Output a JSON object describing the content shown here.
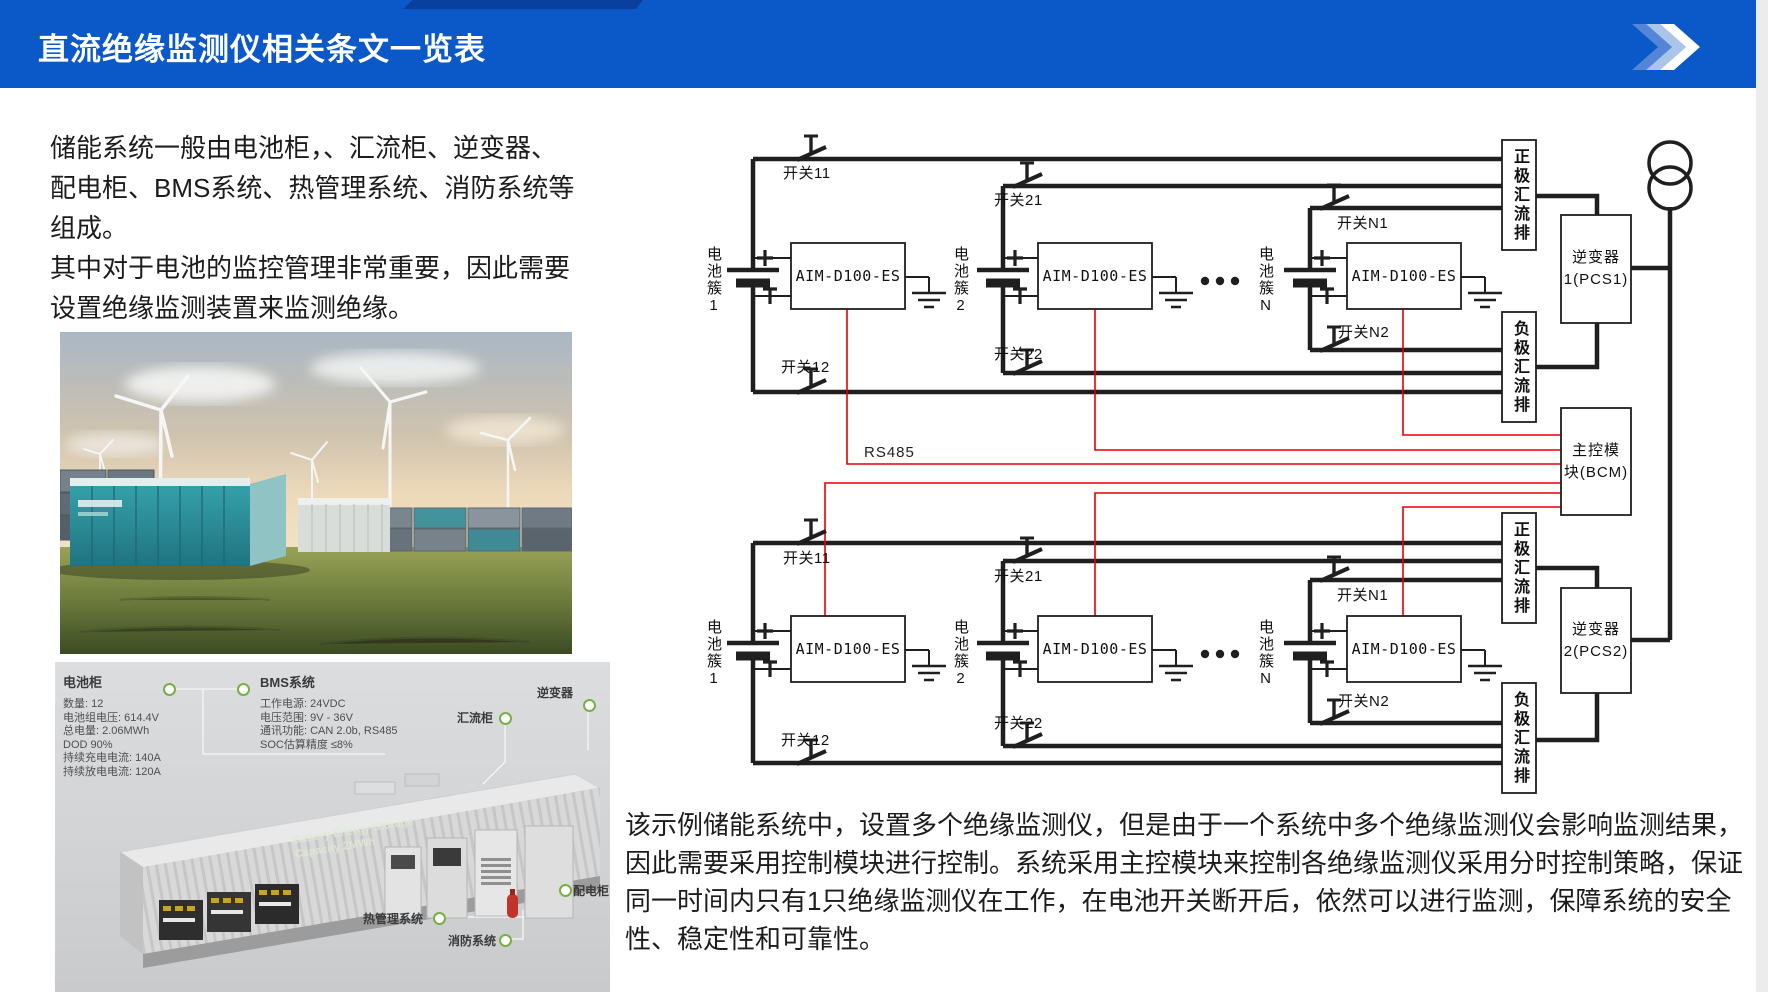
{
  "header": {
    "title": "直流绝缘监测仪相关条文一览表"
  },
  "left_panel": {
    "para1": "储能系统一般由电池柜，、汇流柜、逆变器、配电柜、BMS系统、热管理系统、消防系统等组成。",
    "para2": "其中对于电池的监控管理非常重要，因此需要设置绝缘监测装置来监测绝缘。"
  },
  "infographic": {
    "battery_cabinet_title": "电池柜",
    "battery_cabinet_specs": [
      "数量: 12",
      "电池组电压: 614.4V",
      "总电量: 2.06MWh",
      "DOD 90%",
      "持续充电电流: 140A",
      "持续放电电流: 120A"
    ],
    "bms_title": "BMS系统",
    "bms_specs": [
      "工作电源: 24VDC",
      "电压范围: 9V - 36V",
      "通讯功能: CAN 2.0b, RS485",
      "SOC估算精度 ≤8%"
    ],
    "label_busbar_cabinet": "汇流柜",
    "label_inverter": "逆变器",
    "label_power_distribution": "配电柜",
    "label_thermal": "热管理系统",
    "label_fire": "消防系统",
    "container_text1": "Battery Energy Storage",
    "container_text2": "Capacity 2MWh"
  },
  "circuit": {
    "aim_module": "AIM-D100-ES",
    "rs485": "RS485",
    "pos_busbar": "正极汇流排",
    "neg_busbar": "负极汇流排",
    "inverter1_l1": "逆变器",
    "inverter1_l2": "1(PCS1)",
    "inverter2_l1": "逆变器",
    "inverter2_l2": "2(PCS2)",
    "bcm_l1": "主控模",
    "bcm_l2": "块(BCM)",
    "sys1": {
      "sw11": "开关11",
      "sw21": "开关21",
      "swN1": "开关N1",
      "sw12": "开关12",
      "sw22": "开关22",
      "swN2": "开关N2",
      "c1": "电池簇1",
      "c2": "电池簇2",
      "cN": "电池簇N"
    },
    "sys2": {
      "sw11": "开关11",
      "sw21": "开关21",
      "swN1": "开关N1",
      "sw12": "开关12",
      "sw22": "开关22",
      "swN2": "开关N2",
      "c1": "电池簇1",
      "c2": "电池簇2",
      "cN": "电池簇N"
    }
  },
  "bottom_paragraph": "该示例储能系统中，设置多个绝缘监测仪，但是由于一个系统中多个绝缘监测仪会影响监测结果，因此需要采用控制模块进行控制。系统采用主控模块来控制各绝缘监测仪采用分时控制策略，保证同一时间内只有1只绝缘监测仪在工作，在电池开关断开后，依然可以进行监测，保障系统的安全性、稳定性和可靠性。",
  "colors": {
    "header_blue": "#0b58c8",
    "accent_dark_blue": "#09409e",
    "chevron_mid": "#5585d6",
    "chevron_light": "#aac4ea",
    "circuit_red": "#e60000",
    "green_marker": "#76b043"
  }
}
